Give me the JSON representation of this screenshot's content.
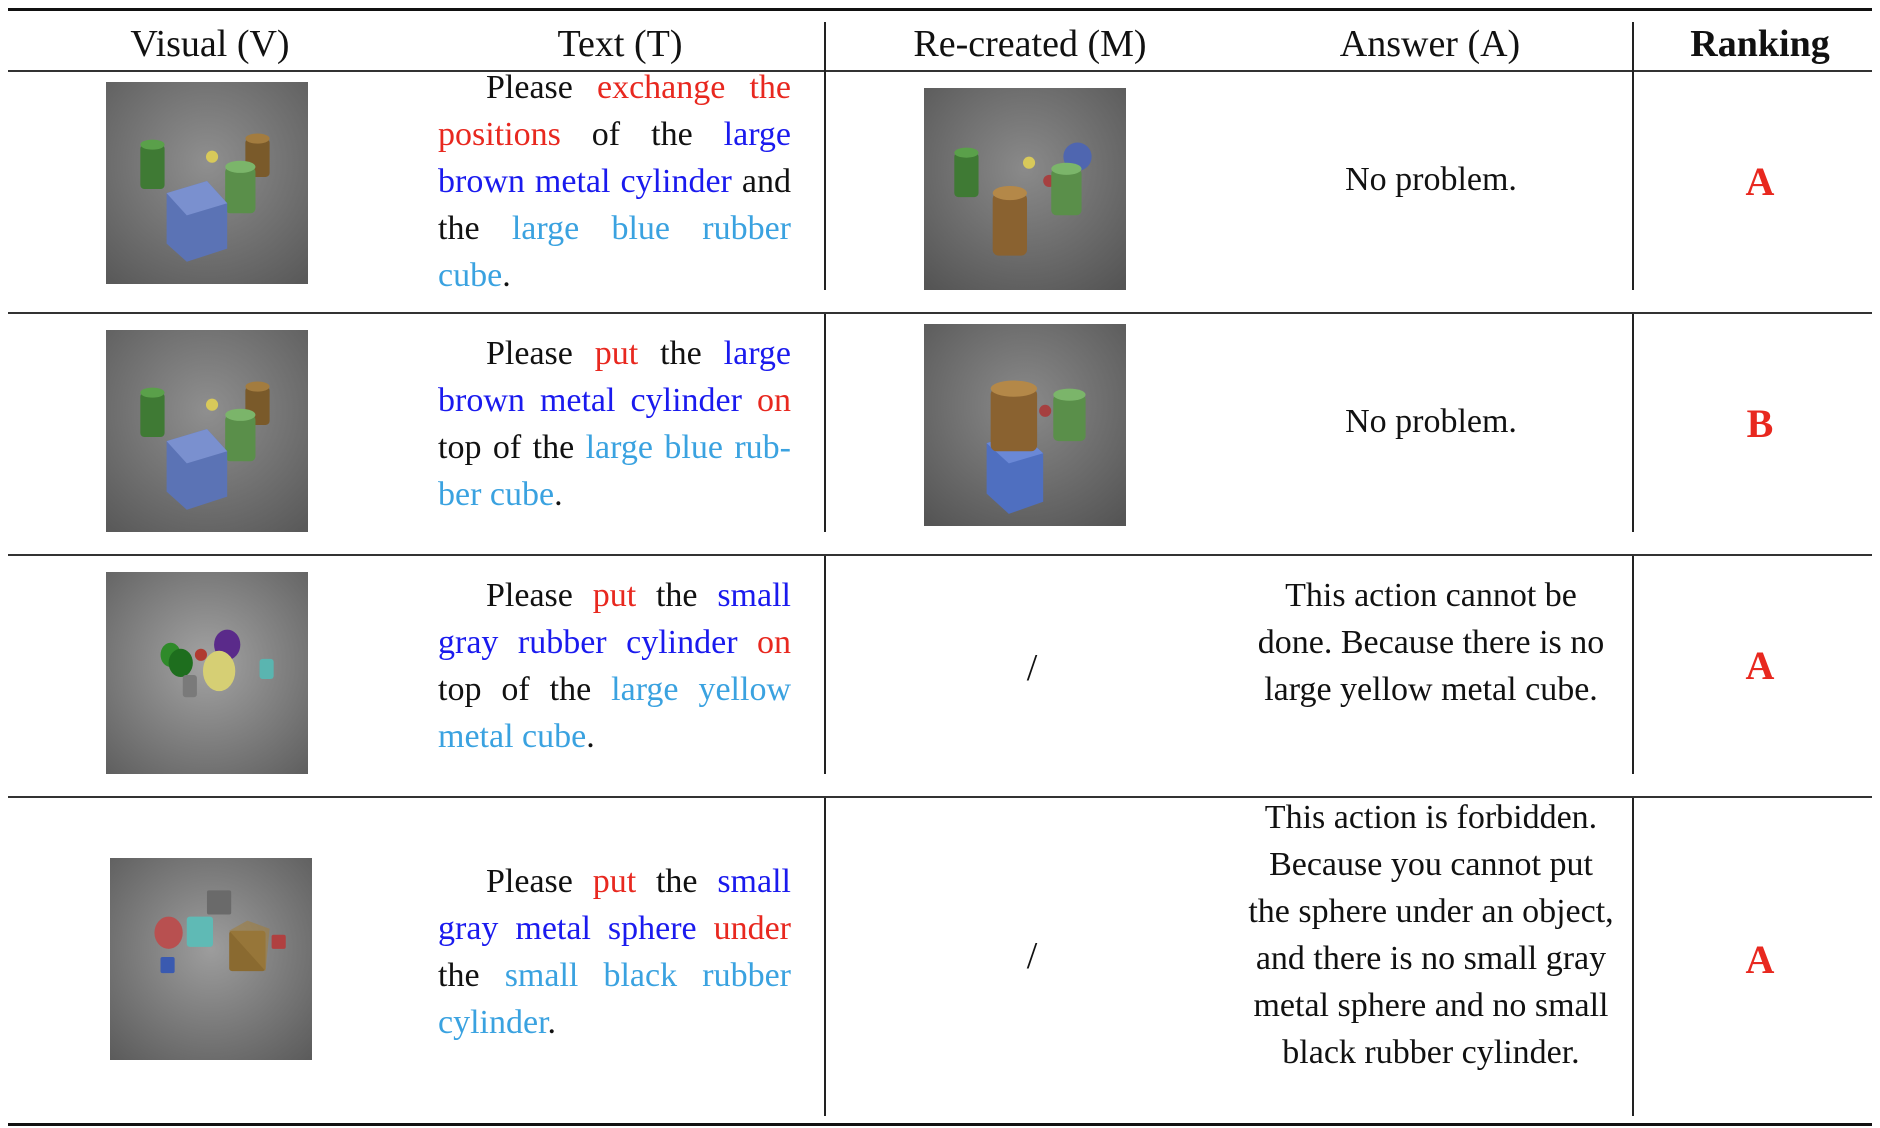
{
  "table": {
    "headers": {
      "visual": "Visual (V)",
      "text": "Text (T)",
      "recreated": "Re-created (M)",
      "answer": "Answer (A)",
      "ranking": "Ranking"
    },
    "rows": [
      {
        "visual_image": "clevr-scene-cylinders-and-blue-cube",
        "text_segments": [
          {
            "t": "Please ",
            "c": "black"
          },
          {
            "t": "exchange the positions",
            "c": "red"
          },
          {
            "t": " of the ",
            "c": "black"
          },
          {
            "t": "large brown metal cylinder",
            "c": "blue"
          },
          {
            "t": " and the ",
            "c": "black"
          },
          {
            "t": "large blue rubber cube",
            "c": "cyan"
          },
          {
            "t": ".",
            "c": "black"
          }
        ],
        "recreated": "clevr-scene-swapped-positions",
        "answer": "No problem.",
        "ranking": "A"
      },
      {
        "visual_image": "clevr-scene-cylinders-and-blue-cube",
        "text_segments": [
          {
            "t": "Please ",
            "c": "black"
          },
          {
            "t": "put",
            "c": "red"
          },
          {
            "t": " the ",
            "c": "black"
          },
          {
            "t": "large brown metal cylinder",
            "c": "blue"
          },
          {
            "t": " on",
            "c": "red"
          },
          {
            "t": " top of the ",
            "c": "black"
          },
          {
            "t": "large blue rub-ber cube",
            "c": "cyan"
          },
          {
            "t": ".",
            "c": "black"
          }
        ],
        "recreated": "clevr-scene-cylinder-stacked-on-cube",
        "answer": "No problem.",
        "ranking": "B"
      },
      {
        "visual_image": "clevr-scene-spheres",
        "text_segments": [
          {
            "t": "Please ",
            "c": "black"
          },
          {
            "t": "put",
            "c": "red"
          },
          {
            "t": " the ",
            "c": "black"
          },
          {
            "t": "small gray rubber cylinder",
            "c": "blue"
          },
          {
            "t": " on",
            "c": "red"
          },
          {
            "t": " top of the ",
            "c": "black"
          },
          {
            "t": "large yellow metal cube",
            "c": "cyan"
          },
          {
            "t": ".",
            "c": "black"
          }
        ],
        "recreated": "/",
        "answer": "This action cannot be done. Because there is no large yellow metal cube.",
        "ranking": "A"
      },
      {
        "visual_image": "clevr-scene-cubes-and-sphere",
        "text_segments": [
          {
            "t": "Please ",
            "c": "black"
          },
          {
            "t": "put",
            "c": "red"
          },
          {
            "t": " the ",
            "c": "black"
          },
          {
            "t": "small gray metal sphere",
            "c": "blue"
          },
          {
            "t": " under",
            "c": "red"
          },
          {
            "t": " the ",
            "c": "black"
          },
          {
            "t": "small black rubber cylinder",
            "c": "cyan"
          },
          {
            "t": ".",
            "c": "black"
          }
        ],
        "recreated": "/",
        "answer": "This action is forbidden. Because you cannot put the sphere under an object, and there is no small gray metal sphere and no small black rubber cylinder.",
        "ranking": "A"
      }
    ]
  },
  "colors": {
    "red": "#e8281f",
    "blue": "#1a1aee",
    "cyan": "#3aa2e0"
  }
}
